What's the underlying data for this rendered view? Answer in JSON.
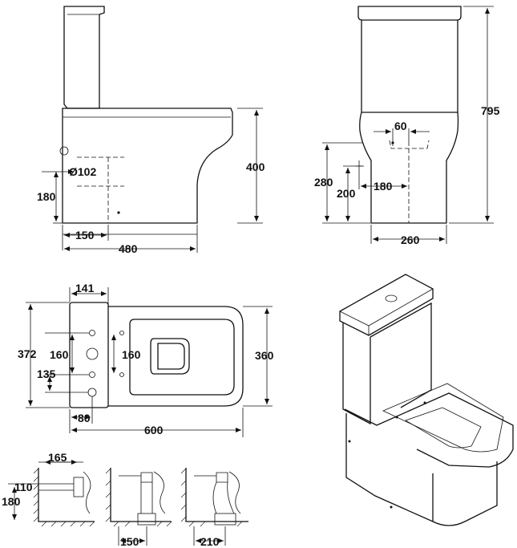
{
  "side_view": {
    "height": "400",
    "outlet_diameter": "Ø102",
    "outlet_height": "180",
    "outlet_offset": "150",
    "length": "480"
  },
  "front_view": {
    "total_height": "795",
    "inlet_spacing": "60",
    "inlet_height": "280",
    "supply_height": "200",
    "supply_offset": "180",
    "base_width": "260"
  },
  "plan_view": {
    "tank_depth": "141",
    "overall_width": "372",
    "seat_width": "360",
    "fixing_spacing_left": "160",
    "fixing_spacing_right": "160",
    "fixing_offset": "135",
    "fixing_from_back": "80",
    "overall_length": "600"
  },
  "outlet_details": {
    "horizontal_depth": "165",
    "horizontal_center": "110",
    "floor_height": "180",
    "vertical_offset": "150",
    "angled_offset": "210"
  },
  "colors": {
    "line": "#111111",
    "background": "#ffffff"
  }
}
